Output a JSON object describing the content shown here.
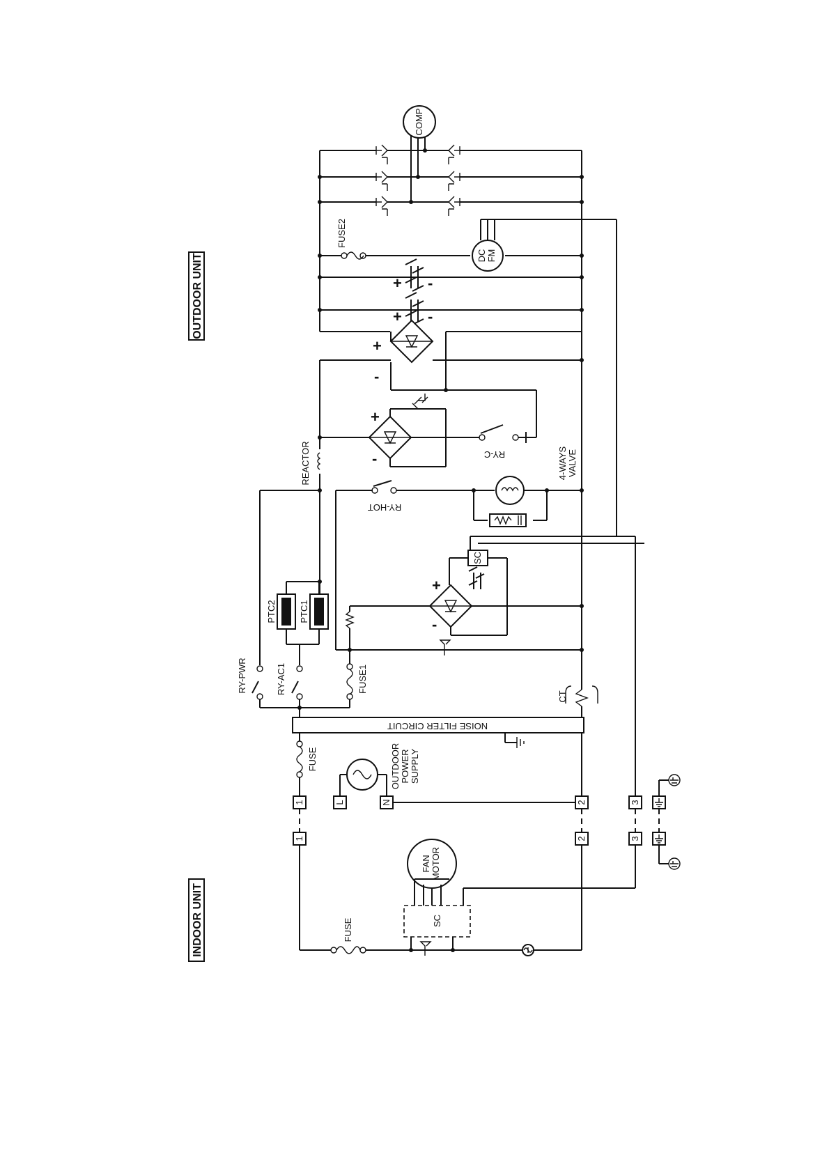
{
  "units": {
    "outdoor": "OUTDOOR UNIT",
    "indoor": "INDOOR UNIT"
  },
  "components": {
    "comp": "COMP",
    "fuse2": "FUSE2",
    "dc_fm_top": "DC",
    "dc_fm_bottom": "FM",
    "reactor": "REACTOR",
    "ry_c": "RY-C",
    "ry_hot": "RY-HOT",
    "four_ways_valve_line1": "4-WAYS",
    "four_ways_valve_line2": "VALVE",
    "sc_outdoor": "SC",
    "ptc2": "PTC2",
    "ptc1": "PTC1",
    "ry_pwr": "RY-PWR",
    "ry_ac1": "RY-AC1",
    "fuse1": "FUSE1",
    "ct": "CT",
    "noise_filter": "NOISE FILTER CIRCUIT",
    "fuse_outdoor": "FUSE",
    "power_supply_line1": "OUTDOOR",
    "power_supply_line2": "POWER",
    "power_supply_line3": "SUPPLY",
    "terminal_L": "L",
    "terminal_N": "N",
    "fan_motor_line1": "FAN",
    "fan_motor_line2": "MOTOR",
    "sc_indoor": "SC",
    "fuse_indoor": "FUSE"
  },
  "terminals": {
    "outdoor": [
      "1",
      "2",
      "3"
    ],
    "indoor": [
      "1",
      "2",
      "3"
    ]
  },
  "polarity": {
    "plus": "+",
    "minus": "-"
  }
}
